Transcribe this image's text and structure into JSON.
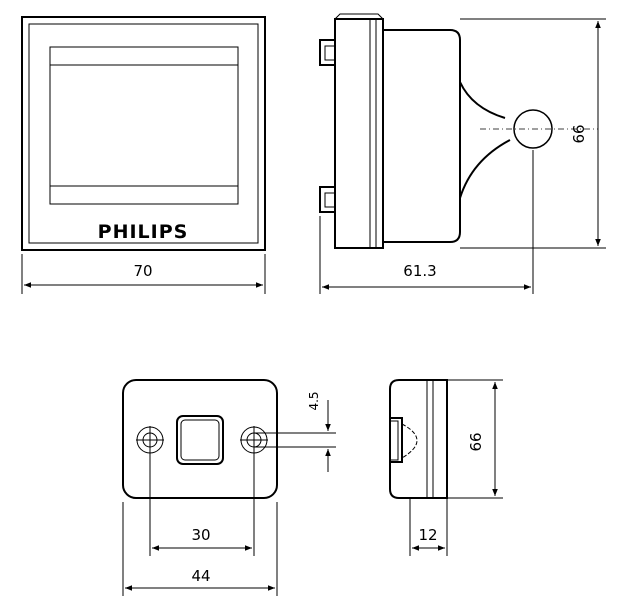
{
  "brand": "PHILIPS",
  "dimensions": {
    "front_width": "70",
    "side_depth": "61.3",
    "side_height": "66",
    "base_width": "44",
    "base_hole_spacing": "30",
    "base_offset": "4.5",
    "base_side_height": "66",
    "base_side_depth": "12"
  },
  "colors": {
    "line": "#000000",
    "background": "#ffffff"
  }
}
